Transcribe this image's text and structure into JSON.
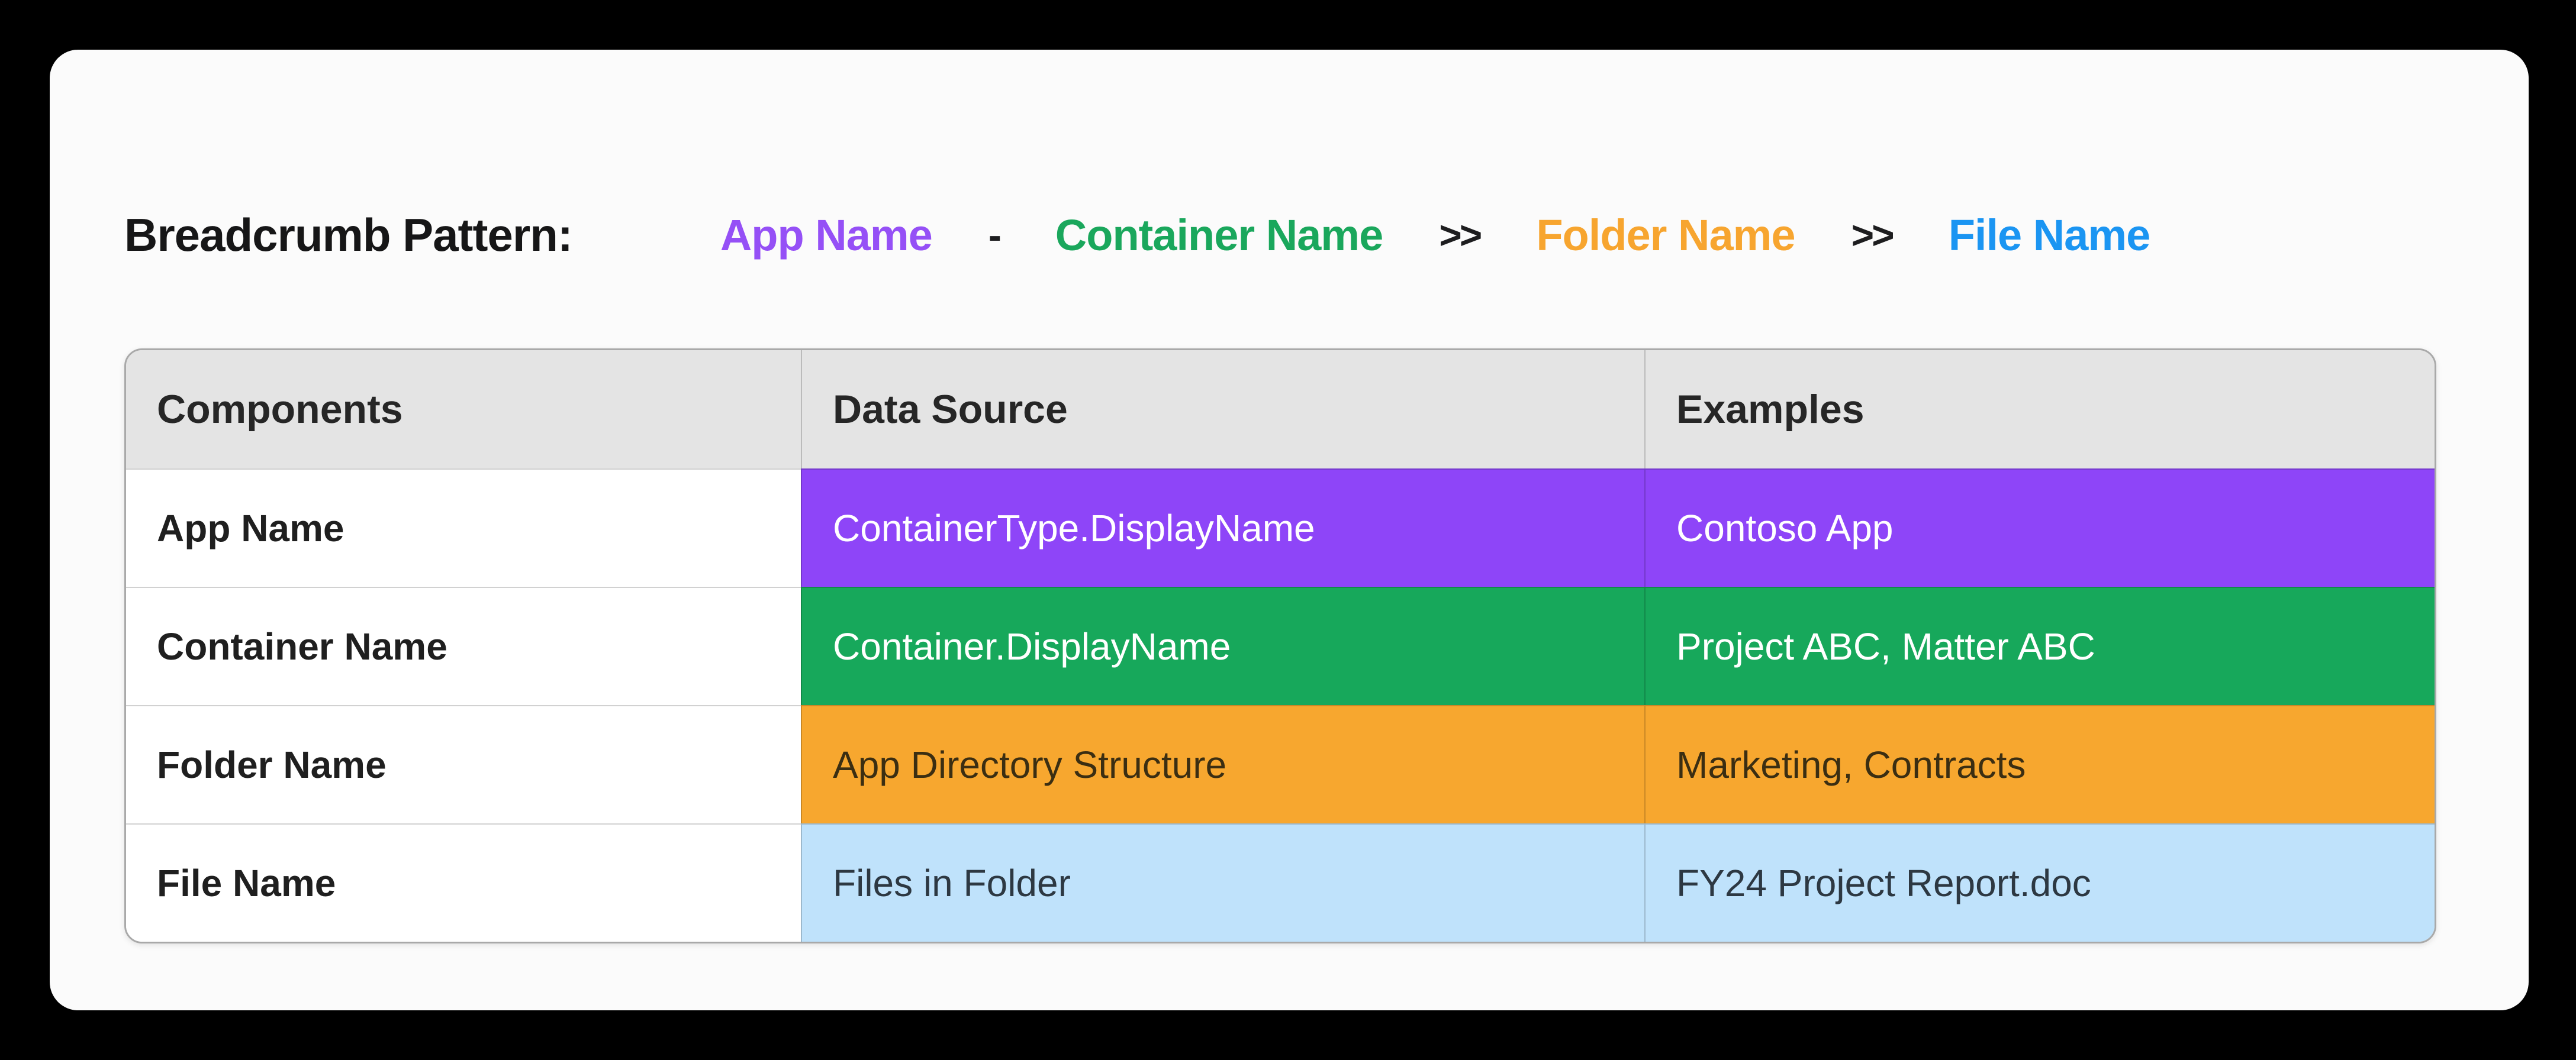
{
  "page": {
    "background": "#000000",
    "card_background": "#FBFBFB"
  },
  "breadcrumb": {
    "label": "Breadcrumb Pattern:",
    "segments": [
      {
        "text": "App Name",
        "color": "#9550F6"
      },
      {
        "text": "Container Name",
        "color": "#1AA75C"
      },
      {
        "text": "Folder Name",
        "color": "#F7A52F"
      },
      {
        "text": "File Name",
        "color": "#1B95F2"
      }
    ],
    "separators": [
      "-",
      ">>",
      ">>"
    ]
  },
  "table": {
    "headers": [
      "Components",
      "Data Source",
      "Examples"
    ],
    "rows": [
      {
        "component": "App Name",
        "data_source": "ContainerType.DisplayName",
        "examples": "Contoso App",
        "bg": "#8E45F8",
        "text_color": "#FFFFFF"
      },
      {
        "component": "Container Name",
        "data_source": "Container.DisplayName",
        "examples": "Project ABC, Matter ABC",
        "bg": "#17A85B",
        "text_color": "#FFFFFF"
      },
      {
        "component": "Folder Name",
        "data_source": "App Directory Structure",
        "examples": "Marketing, Contracts",
        "bg": "#F7A72F",
        "text_color": "#3B2E12"
      },
      {
        "component": "File Name",
        "data_source": "Files in Folder",
        "examples": "FY24 Project Report.doc",
        "bg": "#BFE2FB",
        "text_color": "#2D3842"
      }
    ]
  }
}
